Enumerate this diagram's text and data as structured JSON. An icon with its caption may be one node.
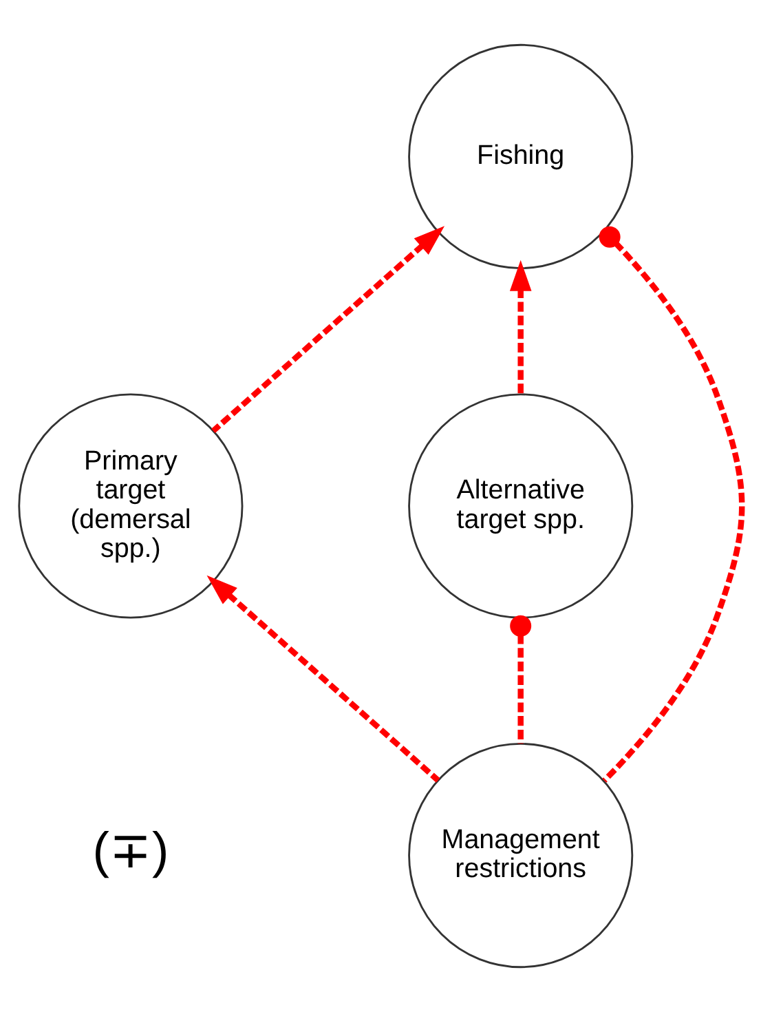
{
  "diagram": {
    "nodes": [
      {
        "text": [
          "Fishing"
        ]
      },
      {
        "text": [
          "Primary target (demersal spp.)"
        ]
      },
      {
        "text": [
          "Alternative target spp."
        ]
      },
      {
        "text": [
          "Management restrictions"
        ]
      }
    ],
    "edges": [
      {
        "from": 1,
        "to": 0,
        "arrow": "to",
        "style": "dashed"
      },
      {
        "from": 2,
        "to": 0,
        "arrow": "to",
        "style": "dashed"
      },
      {
        "from": 0,
        "to": 3,
        "arrow": "other",
        "style": "dashed"
      },
      {
        "from": 3,
        "to": 1,
        "arrow": "to",
        "style": "dashed"
      },
      {
        "from": 2,
        "to": 3,
        "arrow": "other",
        "style": "dashed"
      }
    ],
    "labels": [
      "(∓)"
    ]
  }
}
